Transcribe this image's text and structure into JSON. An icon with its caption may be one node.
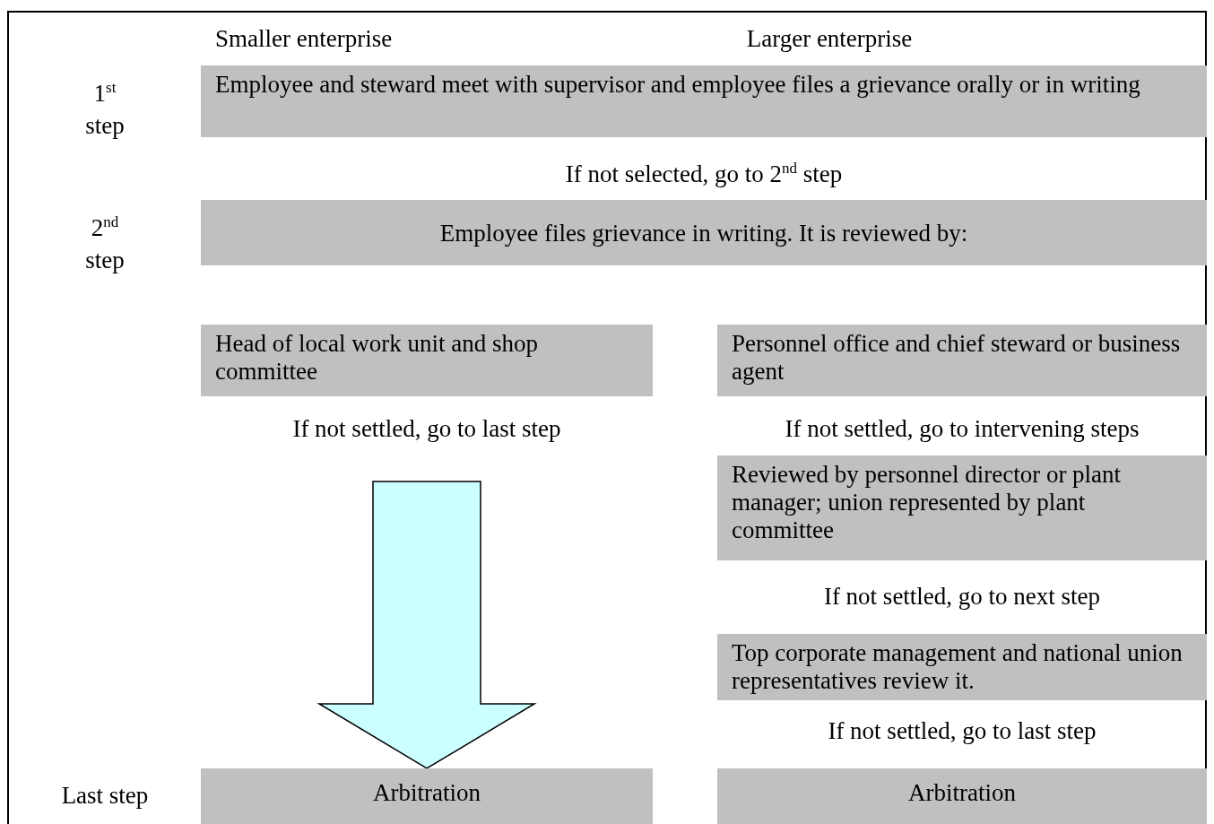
{
  "diagram": {
    "nodes": [
      {
        "text": [
          "Employee and steward meet with supervisor and employee files a grievance orally or in writing"
        ]
      },
      {
        "text": [
          "Employee files grievance in writing. It is reviewed by:"
        ]
      },
      {
        "text": [
          "Head of local work unit and shop committee"
        ]
      },
      {
        "text": [
          "Personnel office and chief steward or business agent"
        ]
      },
      {
        "text": [
          "Reviewed by personnel director or plant manager; union represented by plant committee"
        ]
      },
      {
        "text": [
          "Top corporate management and national union representatives review it."
        ]
      },
      {
        "text": [
          "Arbitration"
        ]
      },
      {
        "text": [
          "Arbitration"
        ]
      }
    ],
    "edges": [
      {
        "from": null,
        "to": 6,
        "arrow": "to"
      }
    ],
    "labels": [
      "Smaller enterprise",
      "Larger enterprise",
      "1$^{st}$ step",
      "If not selected, go to 2$^{nd}$ step",
      "2$^{nd}$ step",
      "If not settled, go to last step",
      "If not settled, go to intervening steps",
      "If not settled, go to next step",
      "If not settled, go to last step",
      "Last step"
    ]
  }
}
